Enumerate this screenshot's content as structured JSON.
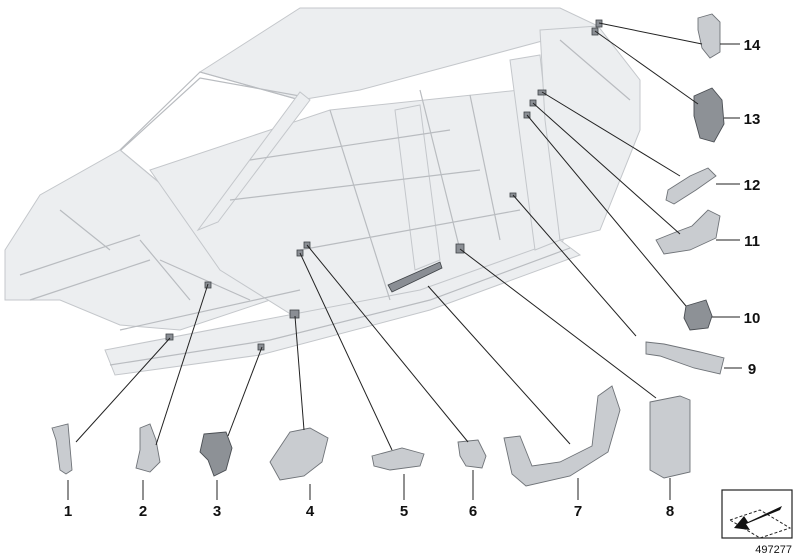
{
  "callouts": [
    {
      "id": "1",
      "label": "1"
    },
    {
      "id": "2",
      "label": "2"
    },
    {
      "id": "3",
      "label": "3"
    },
    {
      "id": "4",
      "label": "4"
    },
    {
      "id": "5",
      "label": "5"
    },
    {
      "id": "6",
      "label": "6"
    },
    {
      "id": "7",
      "label": "7"
    },
    {
      "id": "8",
      "label": "8"
    },
    {
      "id": "9",
      "label": "9"
    },
    {
      "id": "10",
      "label": "10"
    },
    {
      "id": "11",
      "label": "11"
    },
    {
      "id": "12",
      "label": "12"
    },
    {
      "id": "13",
      "label": "13"
    },
    {
      "id": "14",
      "label": "14"
    }
  ],
  "diagram_id": "497277",
  "icon": "dashed-arrow-icon"
}
